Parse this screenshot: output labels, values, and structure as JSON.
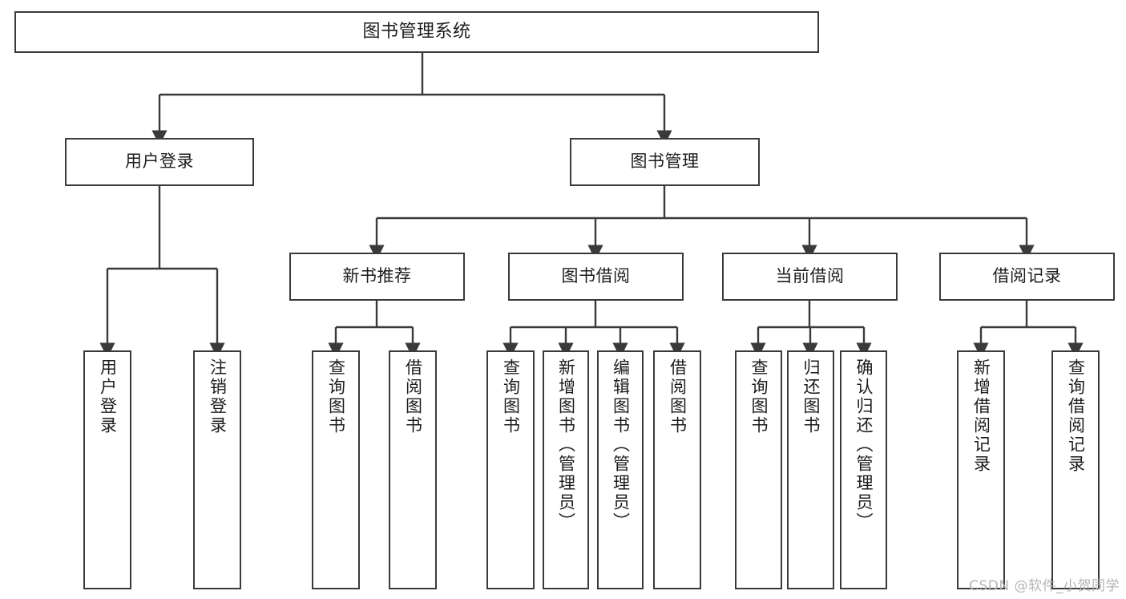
{
  "diagram": {
    "type": "tree-hierarchy-chart",
    "title": "图书管理系统",
    "stroke_color": "#3a3a3a",
    "text_color": "#1c1c1c",
    "background_color": "#ffffff",
    "nodes": {
      "root": {
        "label": "图书管理系统"
      },
      "level1": [
        {
          "label": "用户登录"
        },
        {
          "label": "图书管理"
        }
      ],
      "level2": [
        {
          "label": "新书推荐"
        },
        {
          "label": "图书借阅"
        },
        {
          "label": "当前借阅"
        },
        {
          "label": "借阅记录"
        }
      ],
      "leaves_user_login": [
        {
          "label": "用户登录"
        },
        {
          "label": "注销登录"
        }
      ],
      "leaves_new_book": [
        {
          "label": "查询图书"
        },
        {
          "label": "借阅图书"
        }
      ],
      "leaves_borrow": [
        {
          "label": "查询图书"
        },
        {
          "label": "新增图书（管理员）"
        },
        {
          "label": "编辑图书（管理员）"
        },
        {
          "label": "借阅图书"
        }
      ],
      "leaves_current": [
        {
          "label": "查询图书"
        },
        {
          "label": "归还图书"
        },
        {
          "label": "确认归还（管理员）"
        }
      ],
      "leaves_records": [
        {
          "label": "新增借阅记录"
        },
        {
          "label": "查询借阅记录"
        }
      ]
    }
  },
  "watermark": {
    "text": "CSDN @软件_小贺同学"
  }
}
